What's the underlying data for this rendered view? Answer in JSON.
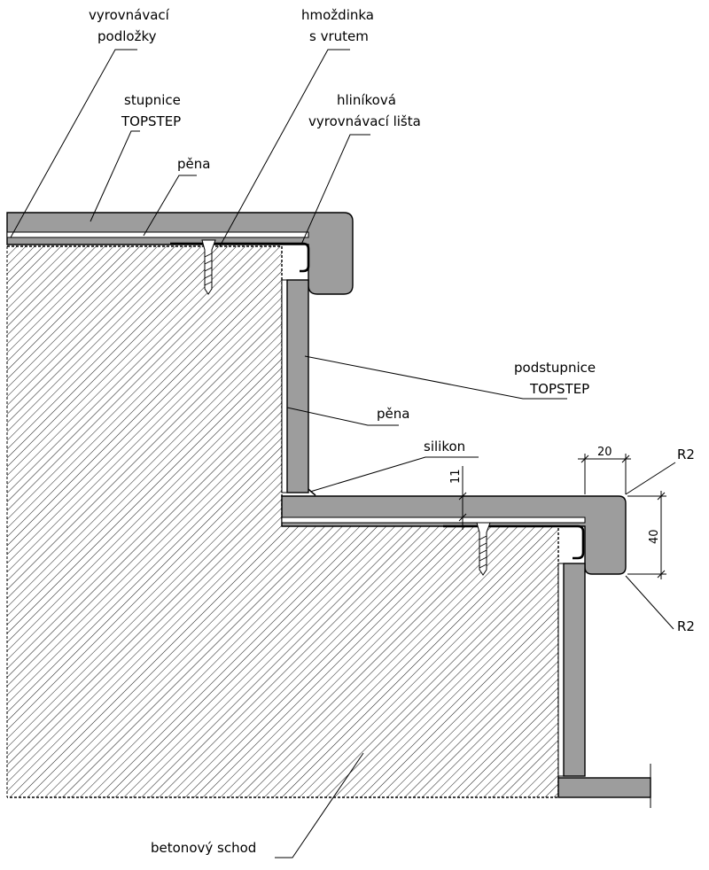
{
  "labels": {
    "vyrovnavaci_podlozky_1": "vyrovnávací",
    "vyrovnavaci_podlozky_2": "podložky",
    "hmozdinka_1": "hmoždinka",
    "hmozdinka_2": "s vrutem",
    "stupnice_1": "stupnice",
    "stupnice_2": "TOPSTEP",
    "hlinikova_1": "hliníková",
    "hlinikova_2": "vyrovnávací lišta",
    "pena_top": "pěna",
    "podstupnice_1": "podstupnice",
    "podstupnice_2": "TOPSTEP",
    "pena_mid": "pěna",
    "silikon": "silikon",
    "betonovy_schod": "betonový schod"
  },
  "dimensions": {
    "d20": "20",
    "d11": "11",
    "d40": "40",
    "r2_top": "R2",
    "r2_bottom": "R2"
  },
  "colors": {
    "panel": "#9d9d9d",
    "hatch": "#000000"
  }
}
